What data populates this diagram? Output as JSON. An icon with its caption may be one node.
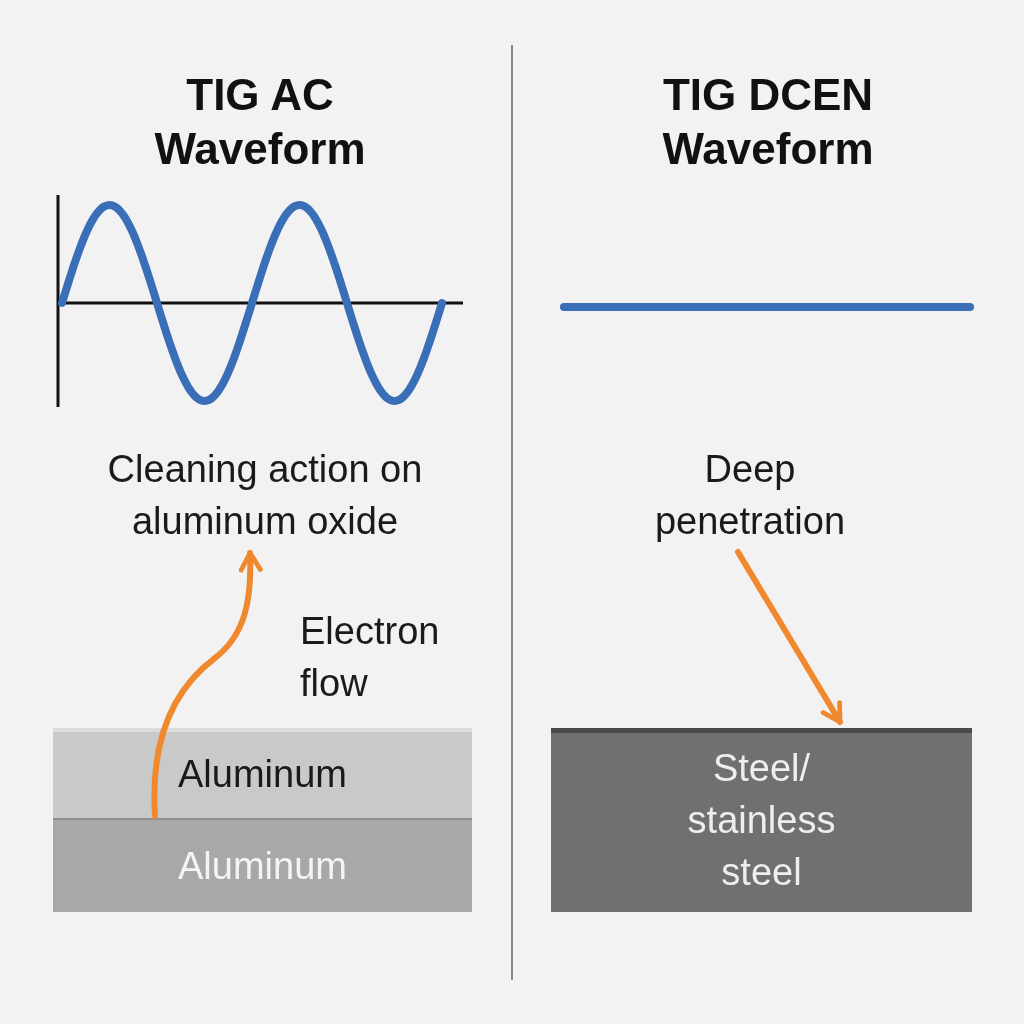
{
  "diagram": {
    "nodes": [
      {
        "text": [
          "Aluminum"
        ]
      },
      {
        "text": [
          "Aluminum"
        ]
      },
      {
        "text": [
          "Steel/ stainless steel"
        ]
      },
      {
        "text": [
          "Cleaning action on aluminum oxide"
        ]
      },
      {
        "text": [
          "Deep penetration"
        ]
      }
    ],
    "edges": [
      {
        "from": 0,
        "to": 3,
        "arrow": "to",
        "label": "Electron flow"
      },
      {
        "from": 4,
        "to": 2,
        "arrow": "to"
      }
    ],
    "labels": [
      "TIG AC Waveform",
      "TIG DCEN Waveform"
    ]
  }
}
